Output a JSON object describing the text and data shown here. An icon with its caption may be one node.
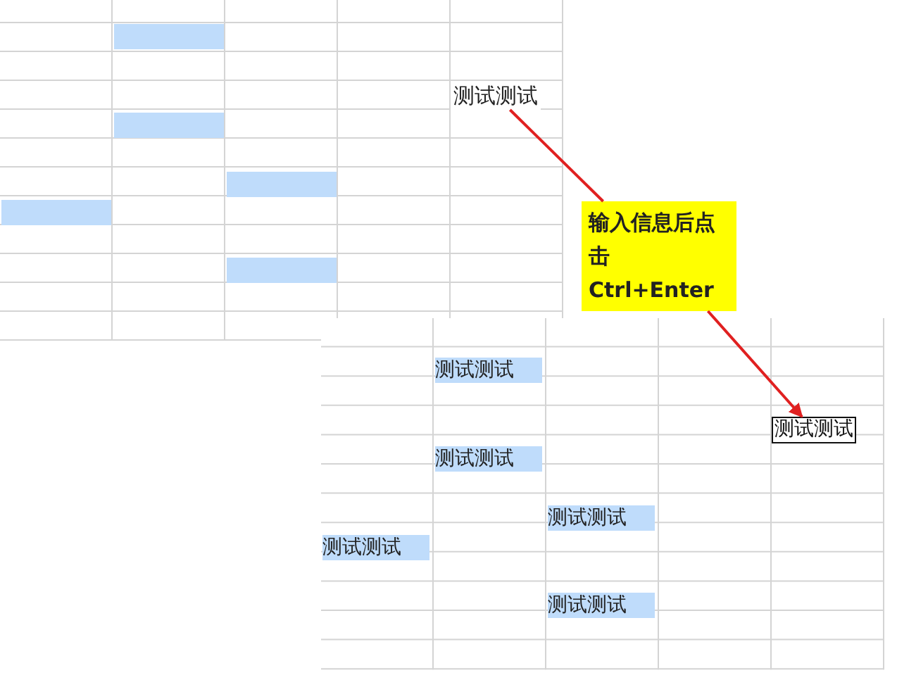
{
  "diagram": {
    "nodes": [
      {
        "text": [
          "测试测试"
        ]
      },
      {
        "text": [
          "输入信息后点击Ctrl+Enter"
        ]
      },
      {
        "text": [
          "测试测试"
        ]
      }
    ],
    "edges": [
      {
        "from": 0,
        "to": 1,
        "arrow": "none"
      },
      {
        "from": 1,
        "to": 2,
        "arrow": "to"
      }
    ],
    "labels": [
      "测试测试",
      "测试测试",
      "测试测试",
      "测试测试",
      "测试测试"
    ]
  }
}
